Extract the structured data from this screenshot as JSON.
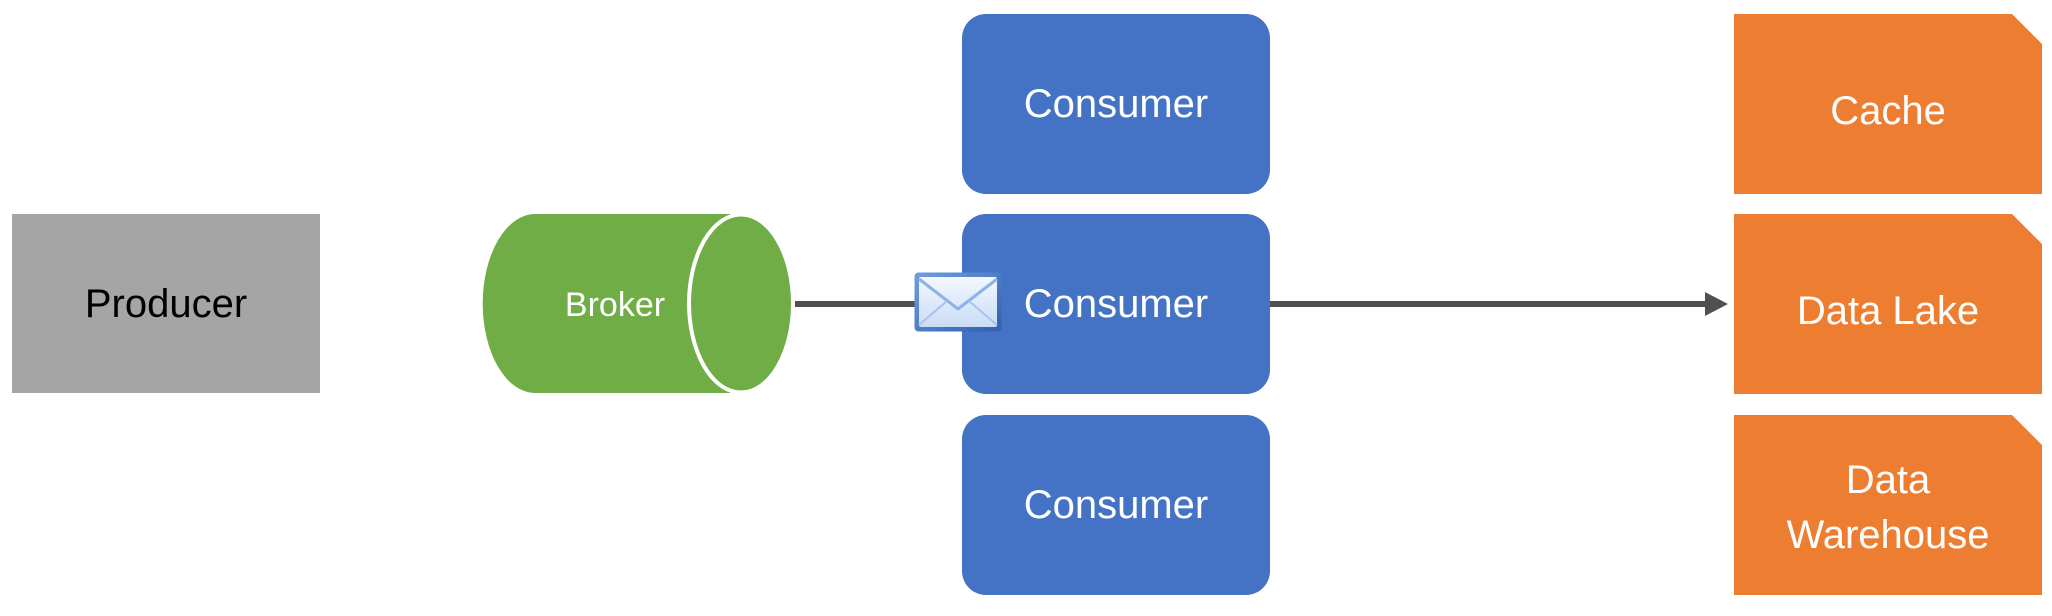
{
  "diagram": {
    "producer": {
      "label": "Producer"
    },
    "broker": {
      "label": "Broker"
    },
    "consumers": [
      {
        "label": "Consumer"
      },
      {
        "label": "Consumer"
      },
      {
        "label": "Consumer"
      }
    ],
    "stores": [
      {
        "label": "Cache"
      },
      {
        "label": "Data Lake"
      },
      {
        "label": "Data\nWarehouse"
      }
    ],
    "message_icon": "envelope-icon",
    "colors": {
      "producer": "#a5a5a5",
      "broker": "#70ad47",
      "consumer": "#4472c4",
      "store": "#ed7d31",
      "arrow": "#505050"
    }
  }
}
